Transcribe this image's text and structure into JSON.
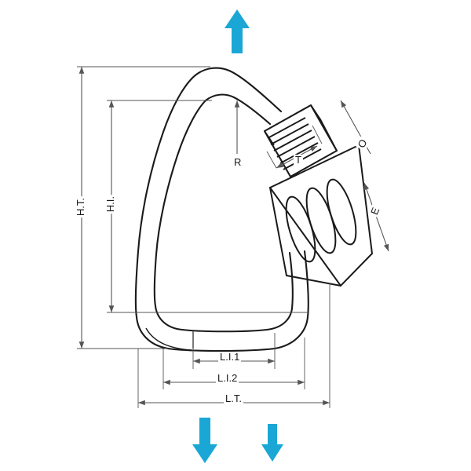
{
  "diagram": {
    "title": "Quick link fastener dimension diagram",
    "colors": {
      "line": "#1a1a1a",
      "dimension_line": "#555555",
      "arrow_accent": "#1aa7d6",
      "background": "#ffffff"
    },
    "labels": {
      "height_total": "H.T.",
      "height_inner": "H.I.",
      "radius": "R",
      "thickness": "T",
      "opening": "O",
      "width_e": "E",
      "length_inner_1": "L.I.1",
      "length_inner_2": "L.I.2",
      "length_total": "L.T."
    },
    "load_arrows": {
      "top": "up-arrow",
      "bottom_left": "down-arrow",
      "bottom_right": "down-arrow"
    }
  }
}
